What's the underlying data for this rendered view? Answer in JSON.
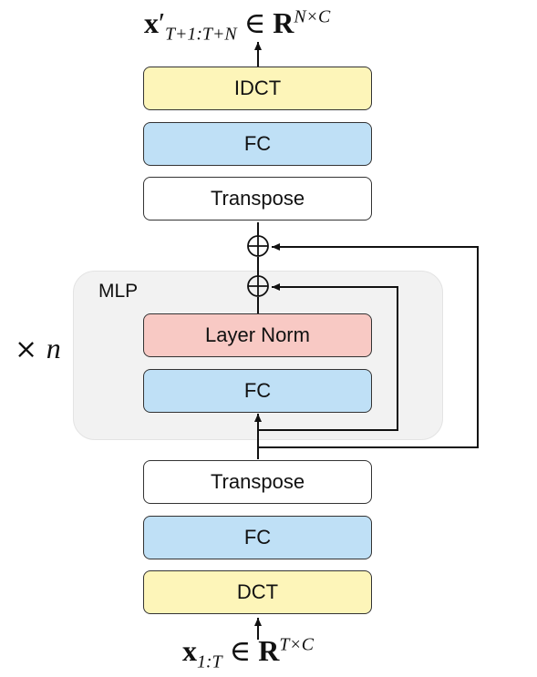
{
  "output_equation": {
    "x": "x",
    "prime": "′",
    "subscript": "T+1:T+N",
    "in": "∈",
    "R": "R",
    "superscript": "N×C"
  },
  "input_equation": {
    "x": "x",
    "subscript": "1:T",
    "in": "∈",
    "R": "R",
    "superscript": "T×C"
  },
  "blocks": {
    "idct": "IDCT",
    "fc_top": "FC",
    "transpose_top": "Transpose",
    "layer_norm": "Layer Norm",
    "fc_mlp": "FC",
    "transpose_bottom": "Transpose",
    "fc_bottom": "FC",
    "dct": "DCT"
  },
  "mlp_label": "MLP",
  "repeat": {
    "times": "×",
    "n": "n"
  },
  "colors": {
    "yellow": "#fdf5b9",
    "blue": "#bfe0f6",
    "red": "#f8c9c4",
    "panel": "#f2f2f2",
    "stroke": "#333333"
  }
}
